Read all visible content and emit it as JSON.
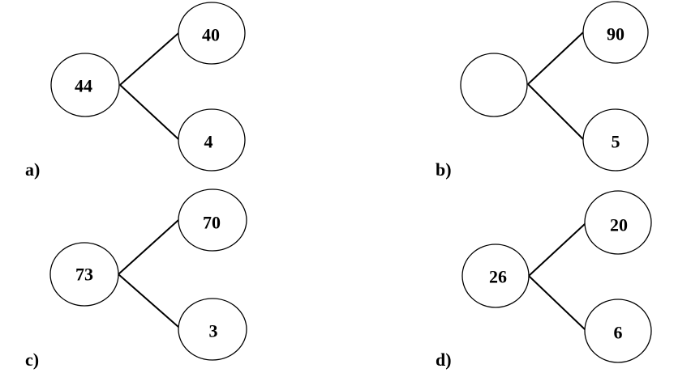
{
  "panels": [
    {
      "label": "a)",
      "whole": "44",
      "part_top": "40",
      "part_bottom": "4"
    },
    {
      "label": "b)",
      "whole": "",
      "part_top": "90",
      "part_bottom": "5"
    },
    {
      "label": "c)",
      "whole": "73",
      "part_top": "70",
      "part_bottom": "3"
    },
    {
      "label": "d)",
      "whole": "26",
      "part_top": "20",
      "part_bottom": "6"
    }
  ]
}
